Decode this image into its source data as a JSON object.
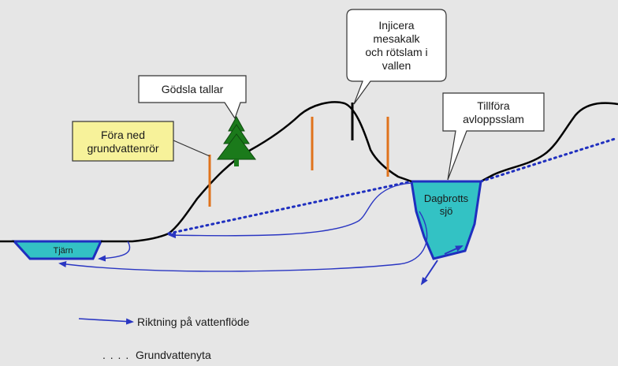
{
  "callouts": {
    "injicera": "Injicera\nmesakalk\noch rötslam i\nvallen",
    "godsla": "Gödsla tallar",
    "fora": "Föra ned\ngrundvattenrör",
    "tillfora": "Tillföra\navloppsslam"
  },
  "water_bodies": {
    "dagbrott": "Dagbrotts\nsjö",
    "tjarn": "Tjärn"
  },
  "legend": {
    "flow": "Riktning på vattenflöde",
    "groundwater_marker": ". . . .",
    "groundwater": "Grundvattenyta"
  },
  "colors": {
    "background": "#e6e6e6",
    "water_fill": "#33c2c4",
    "water_outline": "#1f2fbf",
    "flow_arrow": "#2a36c2",
    "pipe": "#e0731c",
    "tree": "#1b7a1b",
    "callout_fill": "#ffffff",
    "callout_highlight_fill": "#f7f29a"
  }
}
